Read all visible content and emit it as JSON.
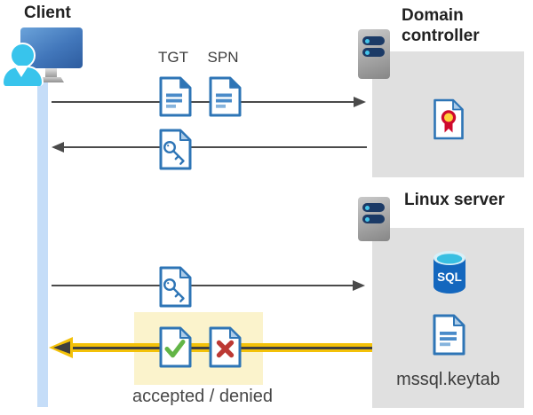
{
  "labels": {
    "client": "Client",
    "domain_controller": "Domain controller",
    "linux_server": "Linux server",
    "tgt": "TGT",
    "spn": "SPN",
    "result": "accepted / denied",
    "keytab": "mssql.keytab",
    "sql": "SQL"
  },
  "colors": {
    "document_blue": "#2e75b6",
    "lifeline_blue": "#c5ddf8",
    "person_cyan": "#38c4ec",
    "arrow_gray": "#4a4a4a",
    "highlight_yellow": "#f3c109",
    "highlight_box_yellow": "#fbf3cc",
    "panel_gray": "#e0e0e0",
    "check_green": "#62b546",
    "cross_red": "#bc3934",
    "certificate_red": "#cf0a2c",
    "certificate_yellow": "#ffd23b",
    "sql_body_blue": "#1467be",
    "sql_top_cyan": "#38bfe2",
    "server_pill_navy": "#1b3a66"
  }
}
